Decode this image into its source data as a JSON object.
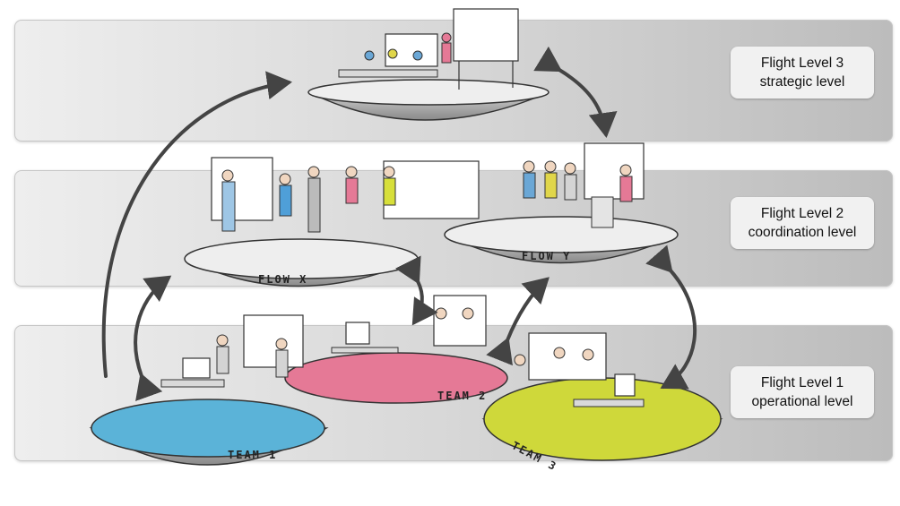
{
  "levels": [
    {
      "title": "Flight Level 3",
      "subtitle": "strategic level"
    },
    {
      "title": "Flight Level 2",
      "subtitle": "coordination level"
    },
    {
      "title": "Flight Level 1",
      "subtitle": "operational level"
    }
  ],
  "platforms": {
    "flow_x": "FLOW X",
    "flow_y": "FLOW Y",
    "team1": "TEAM 1",
    "team2": "TEAM 2",
    "team3": "TEAM 3"
  },
  "colors": {
    "team1": "#5bb3d8",
    "team2": "#e57996",
    "team3": "#cfd83a",
    "platform_top": "#ececec",
    "arrow": "#444444"
  }
}
